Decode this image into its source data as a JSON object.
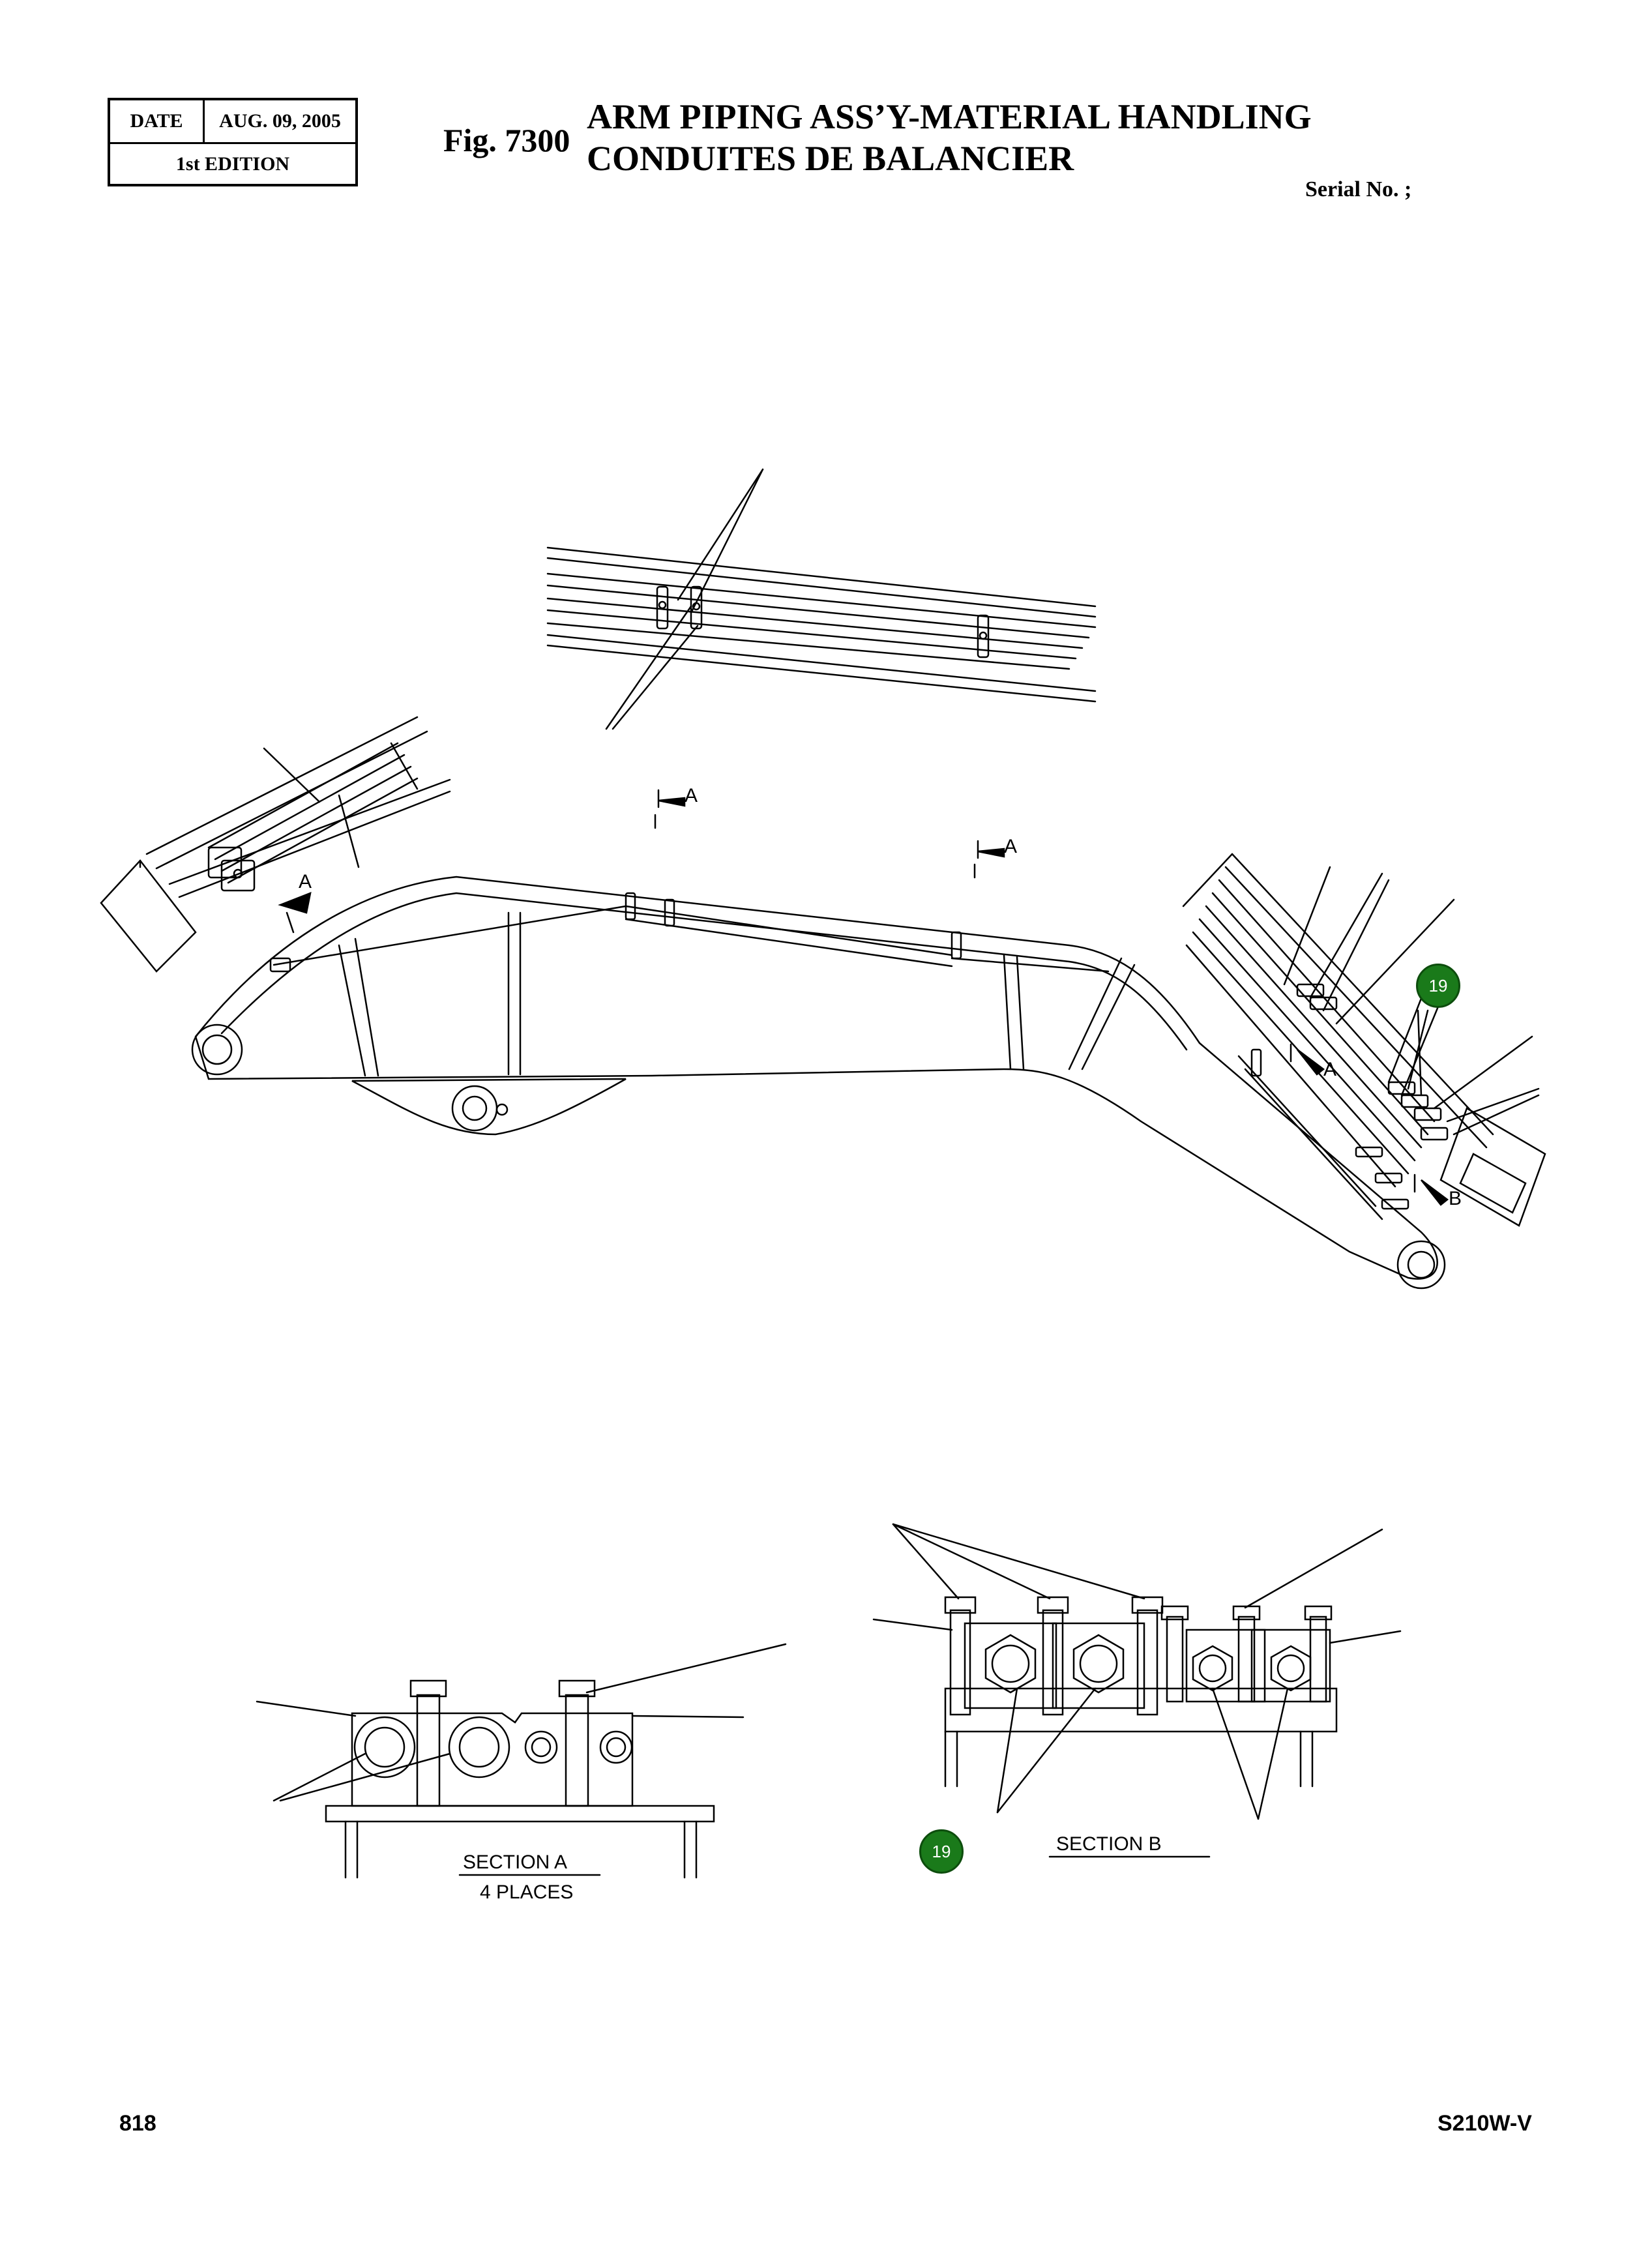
{
  "header": {
    "date_label": "DATE",
    "date_value": "AUG. 09, 2005",
    "edition": "1st EDITION",
    "fig_number": "Fig. 7300",
    "title_en": "ARM PIPING ASS’Y-MATERIAL HANDLING",
    "title_fr": "CONDUITES DE BALANCIER",
    "serial_label": "Serial No. ;"
  },
  "drawing": {
    "section_markers": [
      "A",
      "A",
      "A",
      "A",
      "B"
    ],
    "section_a_title": "SECTION   A",
    "section_a_sub": "4 PLACES",
    "section_b_title": "SECTION    B",
    "callouts": [
      "19",
      "19"
    ]
  },
  "footer": {
    "page_number": "818",
    "model": "S210W-V"
  }
}
